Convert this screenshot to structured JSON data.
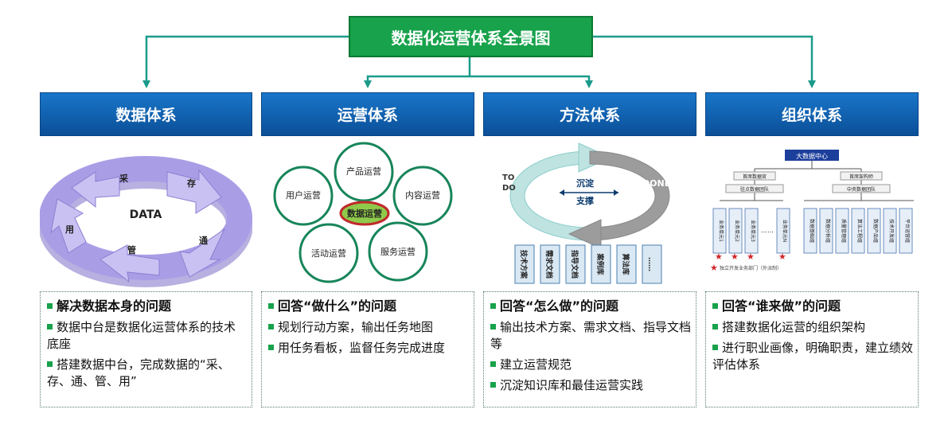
{
  "title": "数据化运营体系全景图",
  "columns": [
    {
      "header": "数据体系",
      "points": [
        "解决数据本身的问题",
        "数据中台是数据化运营体系的技术底座",
        "搭建数据中台，完成数据的“采、存、通、管、用”"
      ]
    },
    {
      "header": "运营体系",
      "points": [
        "回答“做什么”的问题",
        "规划行动方案，输出任务地图",
        "用任务看板，监督任务完成进度"
      ]
    },
    {
      "header": "方法体系",
      "points": [
        "回答“怎么做”的问题",
        "输出技术方案、需求文档、指导文档等",
        "建立运营规范",
        "沉淀知识库和最佳运营实践"
      ]
    },
    {
      "header": "组织体系",
      "points": [
        "回答“谁来做”的问题",
        "搭建数据化运营的组织架构",
        "进行职业画像，明确职责，建立绩效评估体系"
      ]
    }
  ],
  "data_cycle": {
    "center": "DATA",
    "steps": [
      "采",
      "存",
      "通",
      "管",
      "用"
    ]
  },
  "ops_circles": {
    "center": "数据运营",
    "satellites": [
      "产品运营",
      "内容运营",
      "服务运营",
      "活动运营",
      "用户运营"
    ]
  },
  "method_cycle": {
    "todo": [
      "TO",
      "DO"
    ],
    "done": "DONE",
    "middle": [
      "沉淀",
      "支撑"
    ],
    "docs": [
      "技术方案",
      "需求文档",
      "指导文档",
      "案例库",
      "算法库",
      "……"
    ]
  },
  "org_chart": {
    "top": "大数据中心",
    "left_sub": "首席数据官",
    "right_sub": "首席架构师",
    "left_group": "驻点数据团队",
    "right_group": "中央数据团队",
    "left_units": [
      "业务单元1",
      "业务单元2",
      "业务单元3",
      "业务单元N"
    ],
    "ellipsis": "……",
    "right_units": [
      "数据基础组",
      "数据分析组",
      "质量管理组",
      "算法工程组",
      "数据产品组",
      "技术开发组",
      "平台运营组"
    ],
    "legend": "独立开发业务部门（外派制）"
  },
  "colors": {
    "green": "#17a24b",
    "blue": "#0b5ca8",
    "teal": "#1a9b8a",
    "purple": "#9b8fd8"
  }
}
